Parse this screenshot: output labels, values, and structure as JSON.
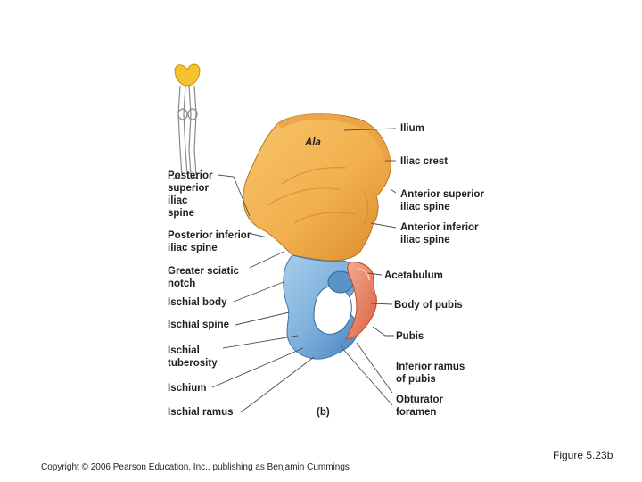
{
  "figure": {
    "panel": "(b)",
    "region_label": "Ala",
    "labels_left": [
      "Posterior\nsuperior\niliac\nspine",
      "Posterior inferior\niliac spine",
      "Greater sciatic\nnotch",
      "Ischial body",
      "Ischial spine",
      "Ischial\ntuberosity",
      "Ischium",
      "Ischial ramus"
    ],
    "labels_right": [
      "Ilium",
      "Iliac crest",
      "Anterior superior\niliac spine",
      "Anterior inferior\niliac spine",
      "Acetabulum",
      "Body of pubis",
      "Pubis",
      "Inferior ramus\nof pubis",
      "Obturator\nforamen"
    ]
  },
  "footer": {
    "copyright": "Copyright © 2006 Pearson Education, Inc., publishing as Benjamin Cummings",
    "figure_number": "Figure 5.23b"
  },
  "colors": {
    "ilium": "#f2b04e",
    "ilium_shade": "#d98b2a",
    "ischium": "#7fb2dc",
    "ischium_shade": "#4a84bf",
    "pubis": "#ee8a6e",
    "pubis_shade": "#d9603f",
    "leader": "#4d4d4d"
  }
}
